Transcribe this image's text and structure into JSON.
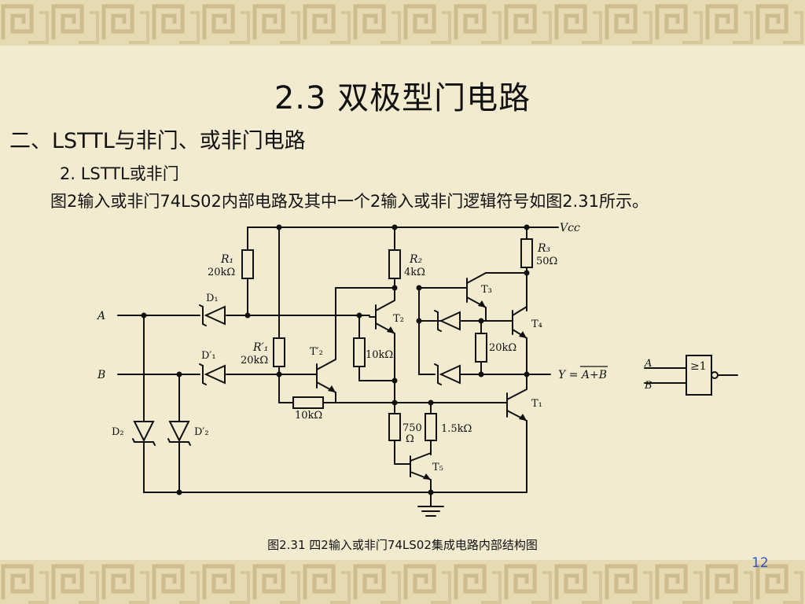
{
  "slide": {
    "title": "2.3  双极型门电路",
    "subtitle": "二、LSTTL与非门、或非门电路",
    "section": "2. LSTTL或非门",
    "paragraph": "图2输入或非门74LS02内部电路及其中一个2输入或非门逻辑符号如图2.31所示。",
    "caption": "图2.31  四2输入或非门74LS02集成电路内部结构图",
    "page_number": "12"
  },
  "diagram": {
    "vcc": "Vcc",
    "input_a": "A",
    "input_b": "B",
    "output": "Y = A+B",
    "components": {
      "R1": {
        "name": "R₁",
        "value": "20kΩ"
      },
      "R1p": {
        "name": "R′₁",
        "value": "20kΩ"
      },
      "R2": {
        "name": "R₂",
        "value": "4kΩ"
      },
      "R3": {
        "name": "R₃",
        "value": "50Ω"
      },
      "Rb_t2": {
        "value": "10kΩ"
      },
      "Rb_t4": {
        "value": "20kΩ"
      },
      "Rh": {
        "value": "10kΩ"
      },
      "R750": {
        "value": "750\nΩ"
      },
      "R1k5": {
        "value": "1.5kΩ"
      },
      "D1": "D₁",
      "D1p": "D′₁",
      "D2": "D₂",
      "D2p": "D′₂",
      "T2": "T₂",
      "T2p": "T′₂",
      "T3": "T₃",
      "T4": "T₄",
      "T1": "T₁",
      "T5": "T₅"
    },
    "gate_symbol": {
      "label": "≥1",
      "input_a": "A",
      "input_b": "B"
    }
  }
}
